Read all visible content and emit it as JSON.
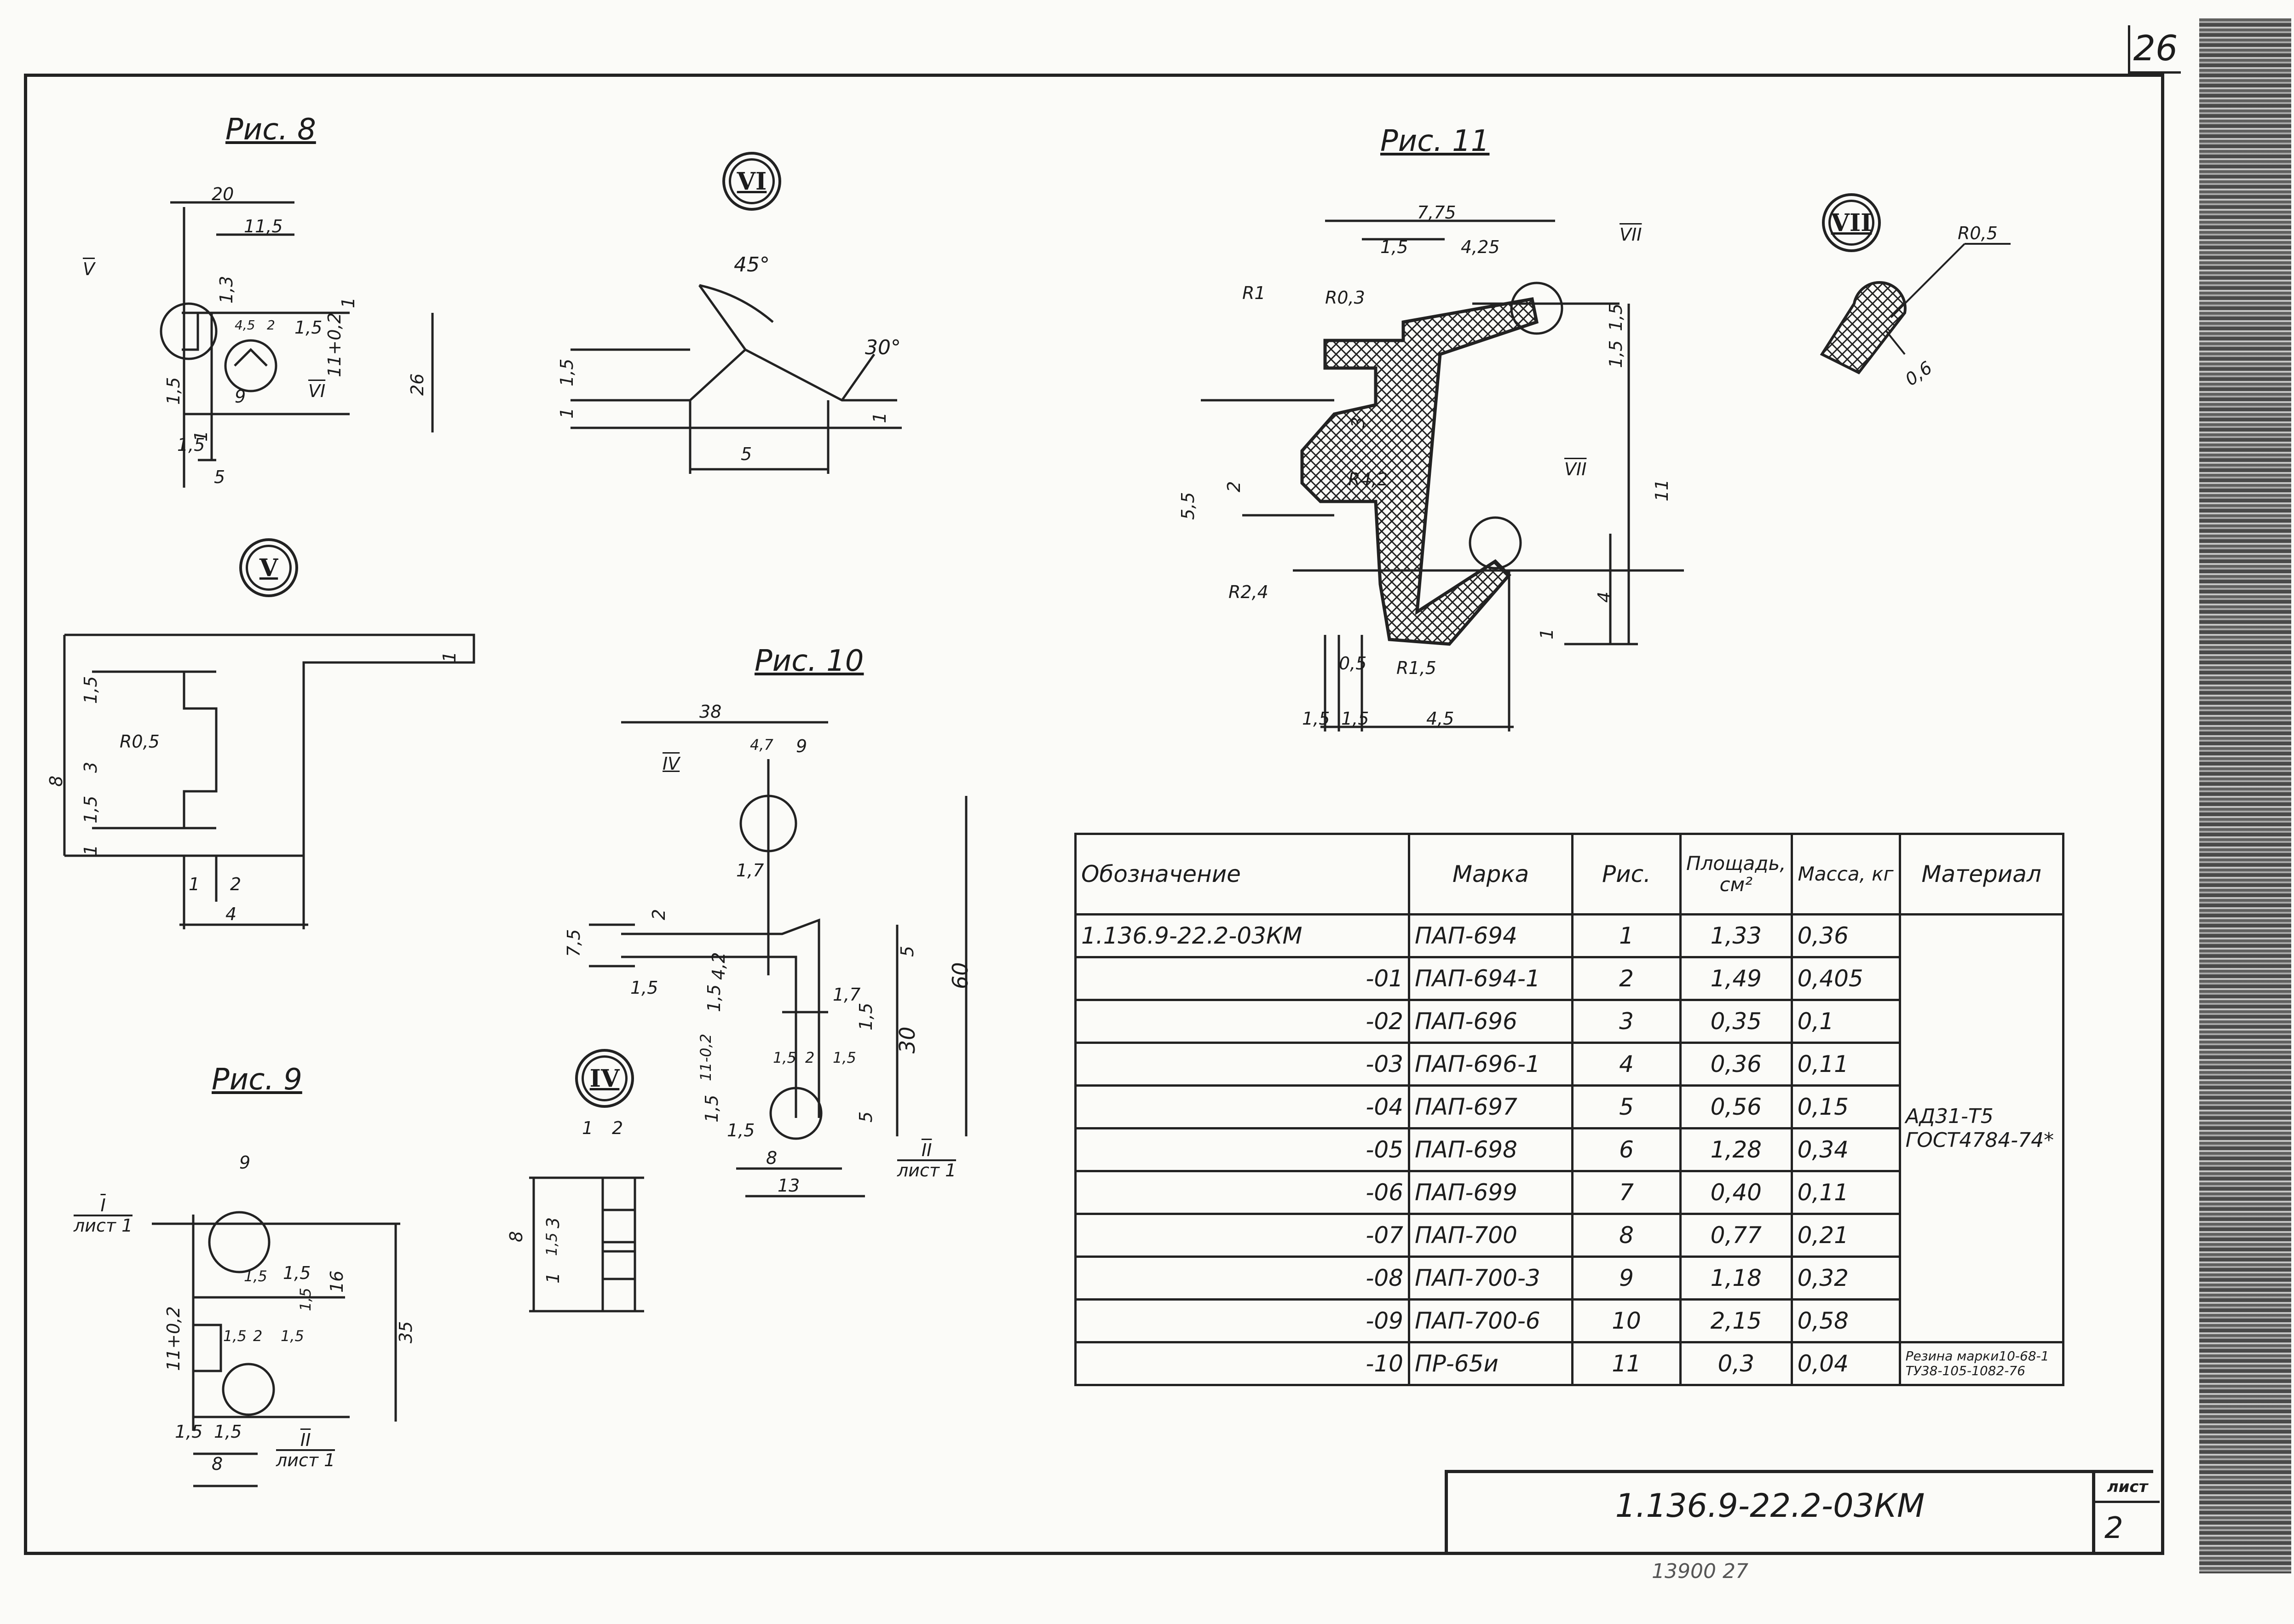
{
  "sheet_number": "26",
  "figures": {
    "fig8": "Рис. 8",
    "fig9": "Рис. 9",
    "fig10": "Рис. 10",
    "fig11": "Рис. 11"
  },
  "details": {
    "V": "V",
    "VI": "VI",
    "IV": "IV",
    "VII": "VII"
  },
  "callouts": {
    "fig8_v": "V",
    "fig8_vi": "VI",
    "fig9_i": "I",
    "fig9_i_sheet": "лист 1",
    "fig9_ii": "II",
    "fig9_ii_sheet": "лист 1",
    "fig10_iv": "IV",
    "fig10_ii": "II",
    "fig10_ii_sheet": "лист 1",
    "fig11_vii_a": "VII",
    "fig11_vii_b": "VII"
  },
  "dimensions": {
    "fig8": [
      "20",
      "11,5",
      "1,3",
      "1",
      "4,5",
      "2",
      "1,5",
      "11+0,2",
      "26",
      "1,5",
      "1",
      "9",
      "1,5",
      "5"
    ],
    "detail_vi": [
      "45°",
      "30°",
      "1,5",
      "1",
      "1",
      "5"
    ],
    "detail_v": [
      "1",
      "1,5",
      "R0,5",
      "8",
      "3",
      "1,5",
      "1",
      "1",
      "2",
      "4"
    ],
    "fig10": [
      "38",
      "4,7",
      "9",
      "2",
      "1,7",
      "7,5",
      "1,5",
      "4,2",
      "1,5",
      "5",
      "60",
      "1,7",
      "1,5",
      "30",
      "11-0,2",
      "1,5",
      "2",
      "1,5",
      "1,5",
      "1,5",
      "5",
      "8",
      "13"
    ],
    "detail_iv": [
      "1",
      "2",
      "8",
      "1,5",
      "3",
      "1"
    ],
    "fig9": [
      "9",
      "1,5",
      "1,5",
      "1,5",
      "16",
      "11+0,2",
      "1,5",
      "2",
      "1,5",
      "35",
      "1,5",
      "1,5",
      "8"
    ],
    "fig11": [
      "7,75",
      "1,5",
      "4,25",
      "R1",
      "R0,3",
      "1,5",
      "1,5",
      "3",
      "2",
      "5,5",
      "R4,2",
      "11",
      "R2,4",
      "0,5",
      "R1,5",
      "4",
      "1",
      "1,5",
      "1,5",
      "4,5"
    ],
    "detail_vii": [
      "R0,5",
      "0,6"
    ]
  },
  "table": {
    "headers": {
      "designation": "Обозначение",
      "mark": "Марка",
      "fig": "Рис.",
      "area": "Площадь, см²",
      "mass": "Масса, кг",
      "material": "Материал"
    },
    "rows": [
      {
        "designation": "1.136.9-22.2-03КМ",
        "mark": "ПАП-694",
        "fig": "1",
        "area": "1,33",
        "mass": "0,36"
      },
      {
        "designation": "-01",
        "mark": "ПАП-694-1",
        "fig": "2",
        "area": "1,49",
        "mass": "0,405"
      },
      {
        "designation": "-02",
        "mark": "ПАП-696",
        "fig": "3",
        "area": "0,35",
        "mass": "0,1"
      },
      {
        "designation": "-03",
        "mark": "ПАП-696-1",
        "fig": "4",
        "area": "0,36",
        "mass": "0,11"
      },
      {
        "designation": "-04",
        "mark": "ПАП-697",
        "fig": "5",
        "area": "0,56",
        "mass": "0,15"
      },
      {
        "designation": "-05",
        "mark": "ПАП-698",
        "fig": "6",
        "area": "1,28",
        "mass": "0,34"
      },
      {
        "designation": "-06",
        "mark": "ПАП-699",
        "fig": "7",
        "area": "0,40",
        "mass": "0,11"
      },
      {
        "designation": "-07",
        "mark": "ПАП-700",
        "fig": "8",
        "area": "0,77",
        "mass": "0,21"
      },
      {
        "designation": "-08",
        "mark": "ПАП-700-3",
        "fig": "9",
        "area": "1,18",
        "mass": "0,32"
      },
      {
        "designation": "-09",
        "mark": "ПАП-700-6",
        "fig": "10",
        "area": "2,15",
        "mass": "0,58"
      },
      {
        "designation": "-10",
        "mark": "ПР-65и",
        "fig": "11",
        "area": "0,3",
        "mass": "0,04"
      }
    ],
    "material_aluminium_1": "АД31-Т5",
    "material_aluminium_2": "ГОСТ4784-74*",
    "material_rubber_1": "Резина марки10-68-1",
    "material_rubber_2": "ТУ38-105-1082-76"
  },
  "title_block": {
    "code": "1.136.9-22.2-03КМ",
    "sheet_label": "лист",
    "sheet": "2"
  },
  "footer_number": "13900 27"
}
